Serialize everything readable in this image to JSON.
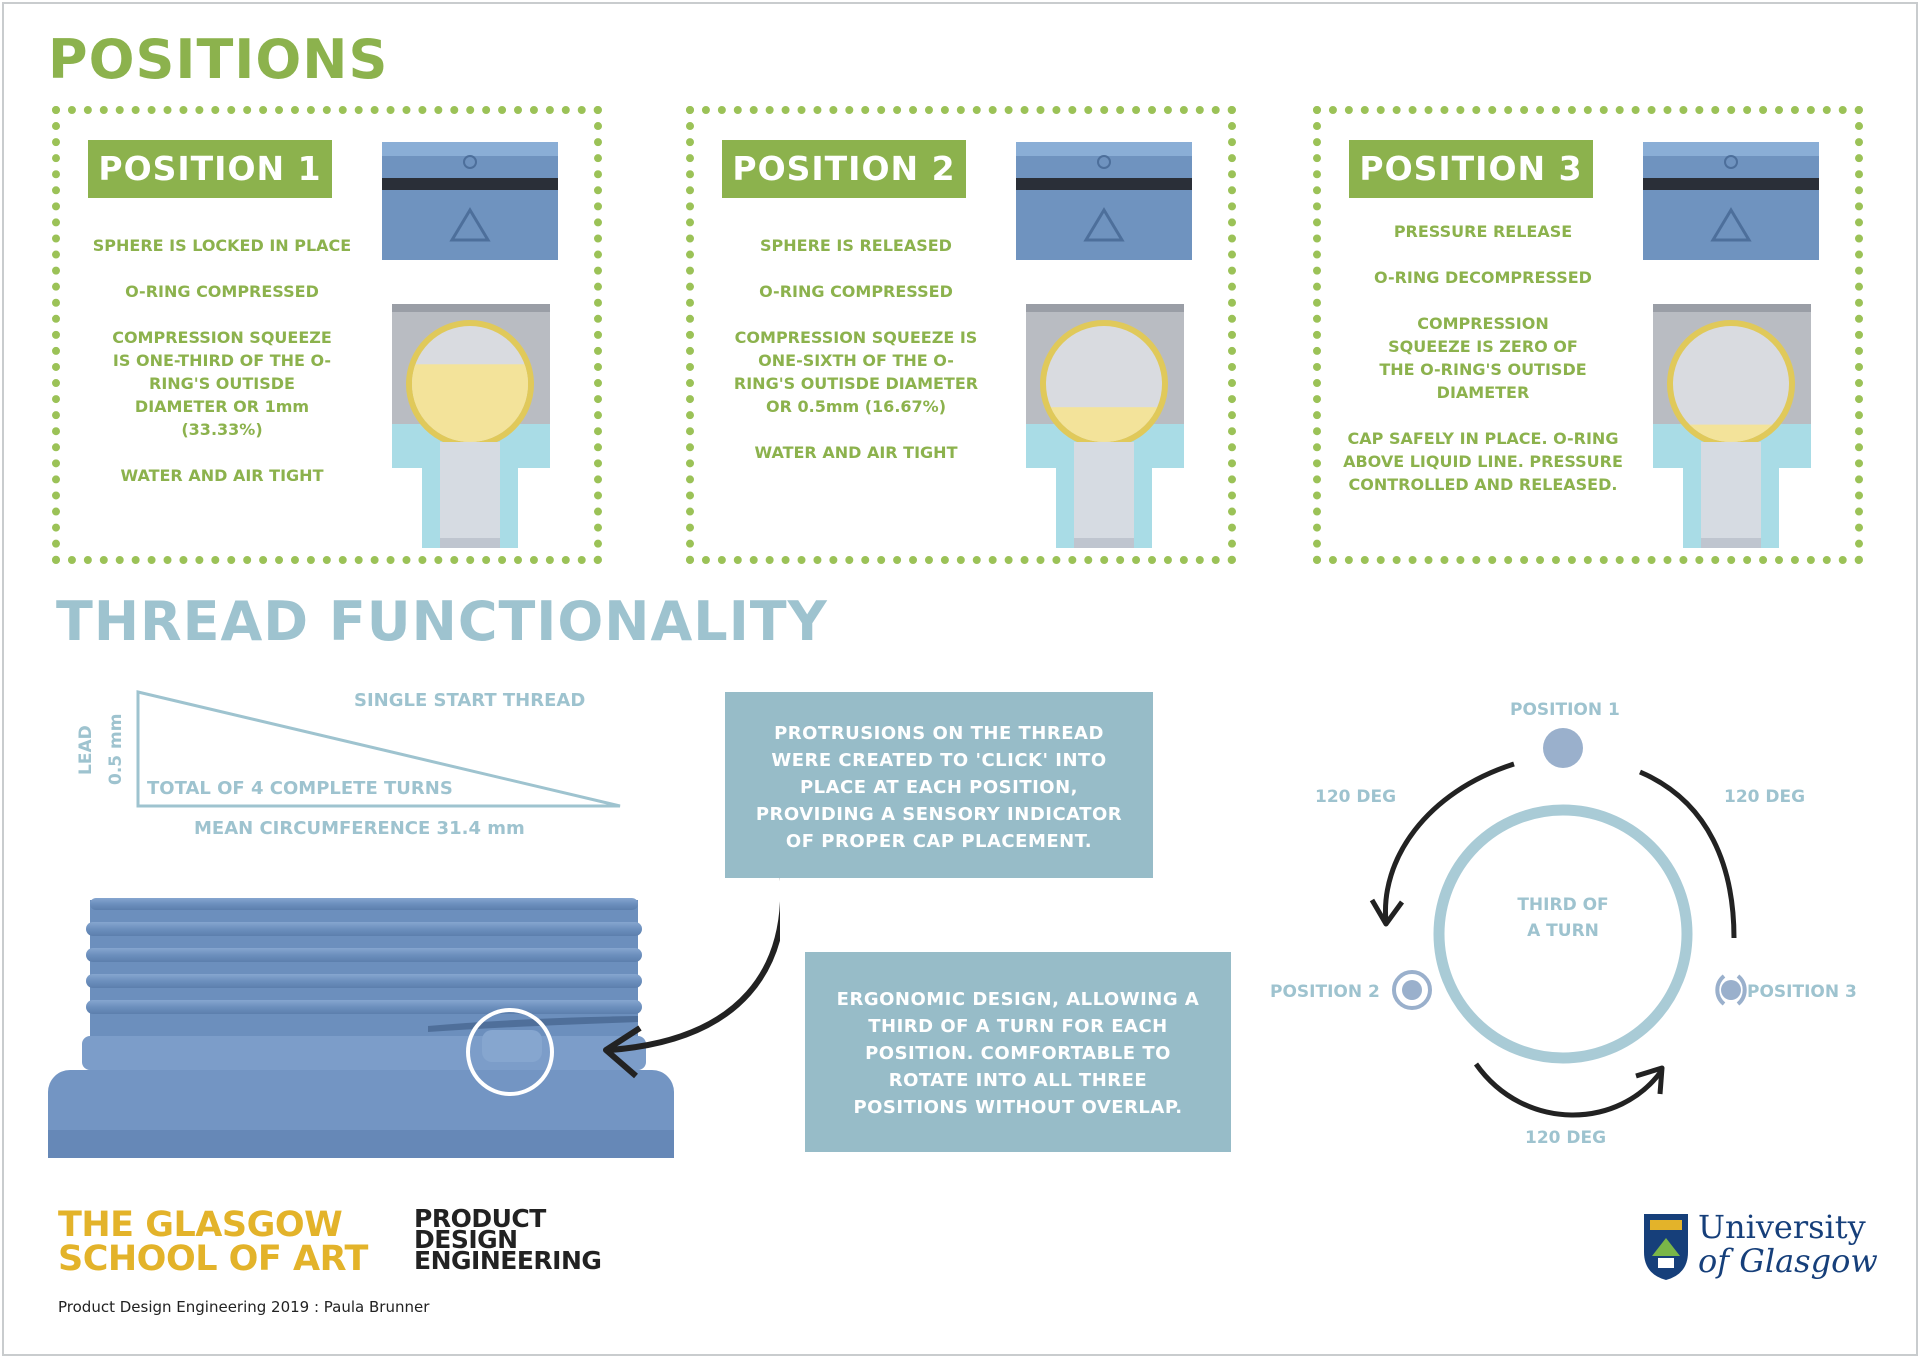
{
  "headings": {
    "positions": "POSITIONS",
    "thread": "THREAD FUNCTIONALITY"
  },
  "panels": [
    {
      "title": "POSITION 1",
      "lines": [
        "SPHERE IS LOCKED IN PLACE",
        "O-RING COMPRESSED",
        "COMPRESSION SQUEEZE IS ONE-THIRD OF THE O-RING'S OUTISDE DIAMETER OR 1mm (33.33%)",
        "WATER AND AIR TIGHT"
      ],
      "fill_fraction": 0.33
    },
    {
      "title": "POSITION 2",
      "lines": [
        "SPHERE IS RELEASED",
        "O-RING COMPRESSED",
        "COMPRESSION SQUEEZE IS ONE-SIXTH OF THE O-RING'S OUTISDE DIAMETER OR 0.5mm (16.67%)",
        "WATER AND AIR TIGHT"
      ],
      "fill_fraction": 0.7
    },
    {
      "title": "POSITION 3",
      "lines": [
        "PRESSURE RELEASE",
        "O-RING DECOMPRESSED",
        "COMPRESSION SQUEEZE IS ZERO OF THE O-RING'S OUTISDE DIAMETER",
        "CAP SAFELY IN PLACE. O-RING ABOVE LIQUID LINE. PRESSURE CONTROLLED AND RELEASED."
      ],
      "fill_fraction": 0.85
    }
  ],
  "thread": {
    "single_start": "SINGLE START THREAD",
    "lead_label": "LEAD",
    "lead_value": "0.5 mm",
    "total_turns": "TOTAL OF 4 COMPLETE TURNS",
    "mean_circ": "MEAN CIRCUMFERENCE 31.4 mm",
    "protrusions": "PROTRUSIONS ON THE THREAD WERE CREATED TO 'CLICK' INTO PLACE AT EACH POSITION, PROVIDING A SENSORY INDICATOR OF PROPER CAP PLACEMENT.",
    "ergonomic": "ERGONOMIC DESIGN, ALLOWING A THIRD OF A TURN FOR EACH POSITION. COMFORTABLE TO ROTATE INTO ALL THREE POSITIONS WITHOUT OVERLAP."
  },
  "cycle": {
    "position1": "POSITION 1",
    "position2": "POSITION 2",
    "position3": "POSITION 3",
    "deg_left": "120 DEG",
    "deg_right": "120 DEG",
    "deg_bottom": "120 DEG",
    "center_line1": "THIRD OF",
    "center_line2": "A TURN"
  },
  "footer": {
    "gsa_line1": "THE GLASGOW",
    "gsa_line2": "SCHOOL OF ART",
    "pde_line1": "PRODUCT",
    "pde_line2": "DESIGN",
    "pde_line3": "ENGINEERING",
    "credit": "Product Design Engineering 2019 : Paula Brunner",
    "uog_line1": "University",
    "uog_line2": "of Glasgow"
  },
  "colors": {
    "green": "#8cb24d",
    "light_blue": "#9ec3cf",
    "box_blue": "#97bcc8",
    "cap_blue": "#6f93bf",
    "liquid_yellow": "#f3e39a",
    "body_cyan": "#a9dce6",
    "gsa_yellow": "#e3b32a",
    "uog_navy": "#163f7a"
  }
}
